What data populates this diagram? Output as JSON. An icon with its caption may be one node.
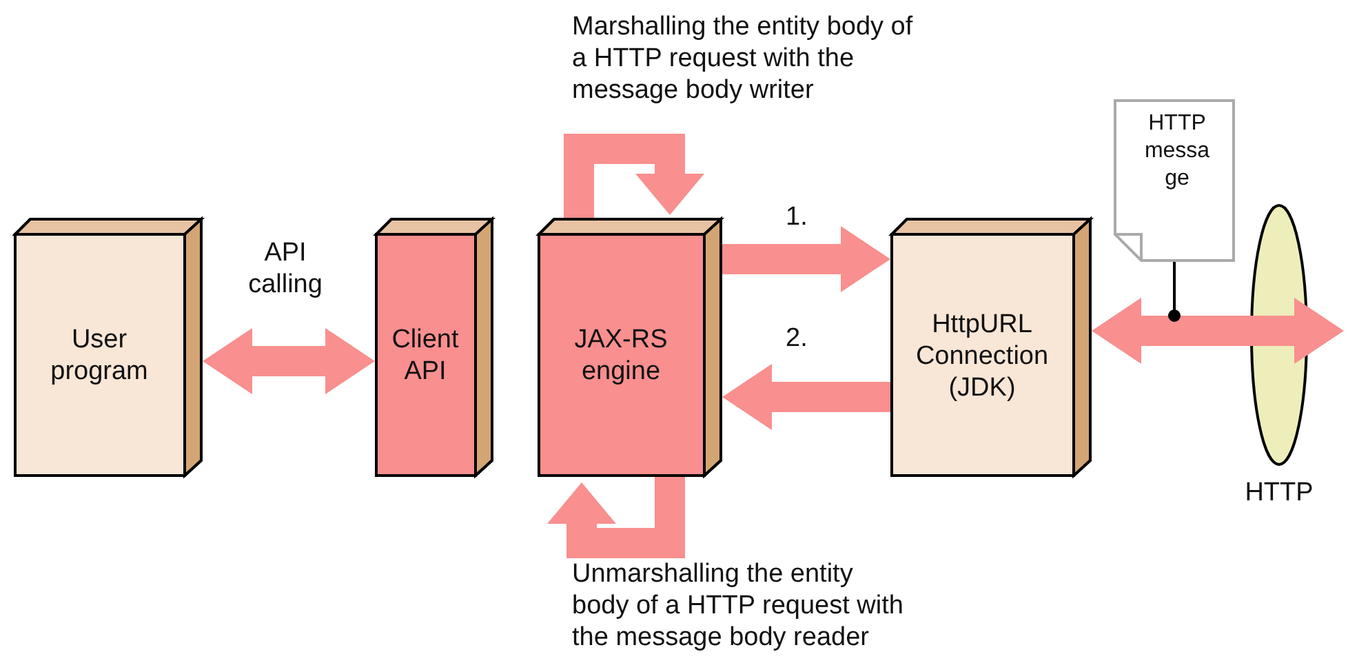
{
  "diagram": {
    "nodes": [
      {
        "text": [
          "User program"
        ]
      },
      {
        "text": [
          "Client API"
        ]
      },
      {
        "text": [
          "JAX-RS engine"
        ]
      },
      {
        "text": [
          "HttpURL Connection (JDK)"
        ]
      },
      {
        "text": [
          "HTTP message"
        ]
      },
      {
        "text": [
          "HTTP"
        ]
      }
    ],
    "edges": [
      {
        "from": 0,
        "to": 1,
        "arrow": "both",
        "label": "API calling"
      },
      {
        "from": 2,
        "to": 3,
        "arrow": "to",
        "label": "1."
      },
      {
        "from": 3,
        "to": 2,
        "arrow": "to",
        "label": "2."
      },
      {
        "from": 2,
        "to": 2,
        "arrow": "to",
        "label": "Marshalling the entity body of a HTTP request with the message body writer"
      },
      {
        "from": 2,
        "to": 2,
        "arrow": "to",
        "label": "Unmarshalling the entity body of a HTTP request with the message body reader"
      },
      {
        "from": 3,
        "to": 5,
        "arrow": "both"
      },
      {
        "from": 4,
        "to": null,
        "arrow": "other",
        "color": "#000000"
      }
    ]
  }
}
